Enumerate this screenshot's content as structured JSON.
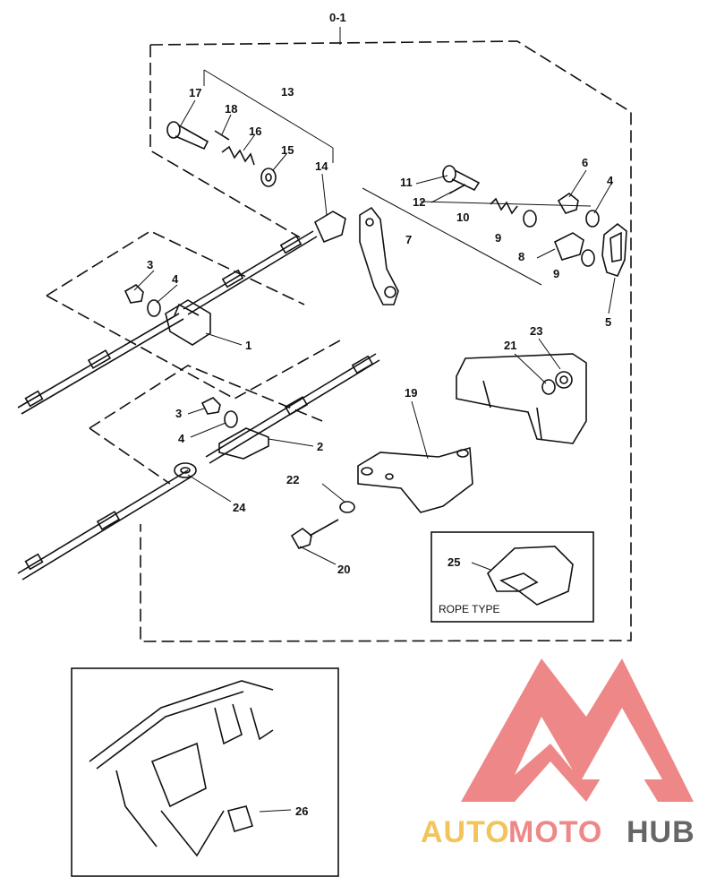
{
  "diagram": {
    "assembly_label": "0-1",
    "callouts": {
      "p1": "1",
      "p2": "2",
      "p3a": "3",
      "p3b": "3",
      "p4a": "4",
      "p4b": "4",
      "p4c": "4",
      "p5": "5",
      "p6": "6",
      "p7": "7",
      "p8": "8",
      "p9a": "9",
      "p9b": "9",
      "p10": "10",
      "p11": "11",
      "p12": "12",
      "p13": "13",
      "p14": "14",
      "p15": "15",
      "p16": "16",
      "p17": "17",
      "p18": "18",
      "p19": "19",
      "p20": "20",
      "p21": "21",
      "p22": "22",
      "p23": "23",
      "p24": "24",
      "p25": "25",
      "p26": "26"
    },
    "inset_label": "ROPE TYPE"
  },
  "watermark": {
    "part1": "AUTO",
    "part2": "MOTO",
    "part3": "HUB",
    "colors": {
      "auto": "#f2c45a",
      "moto": "#ee8888",
      "hub": "#666666",
      "triangle": "#ee8888"
    }
  }
}
